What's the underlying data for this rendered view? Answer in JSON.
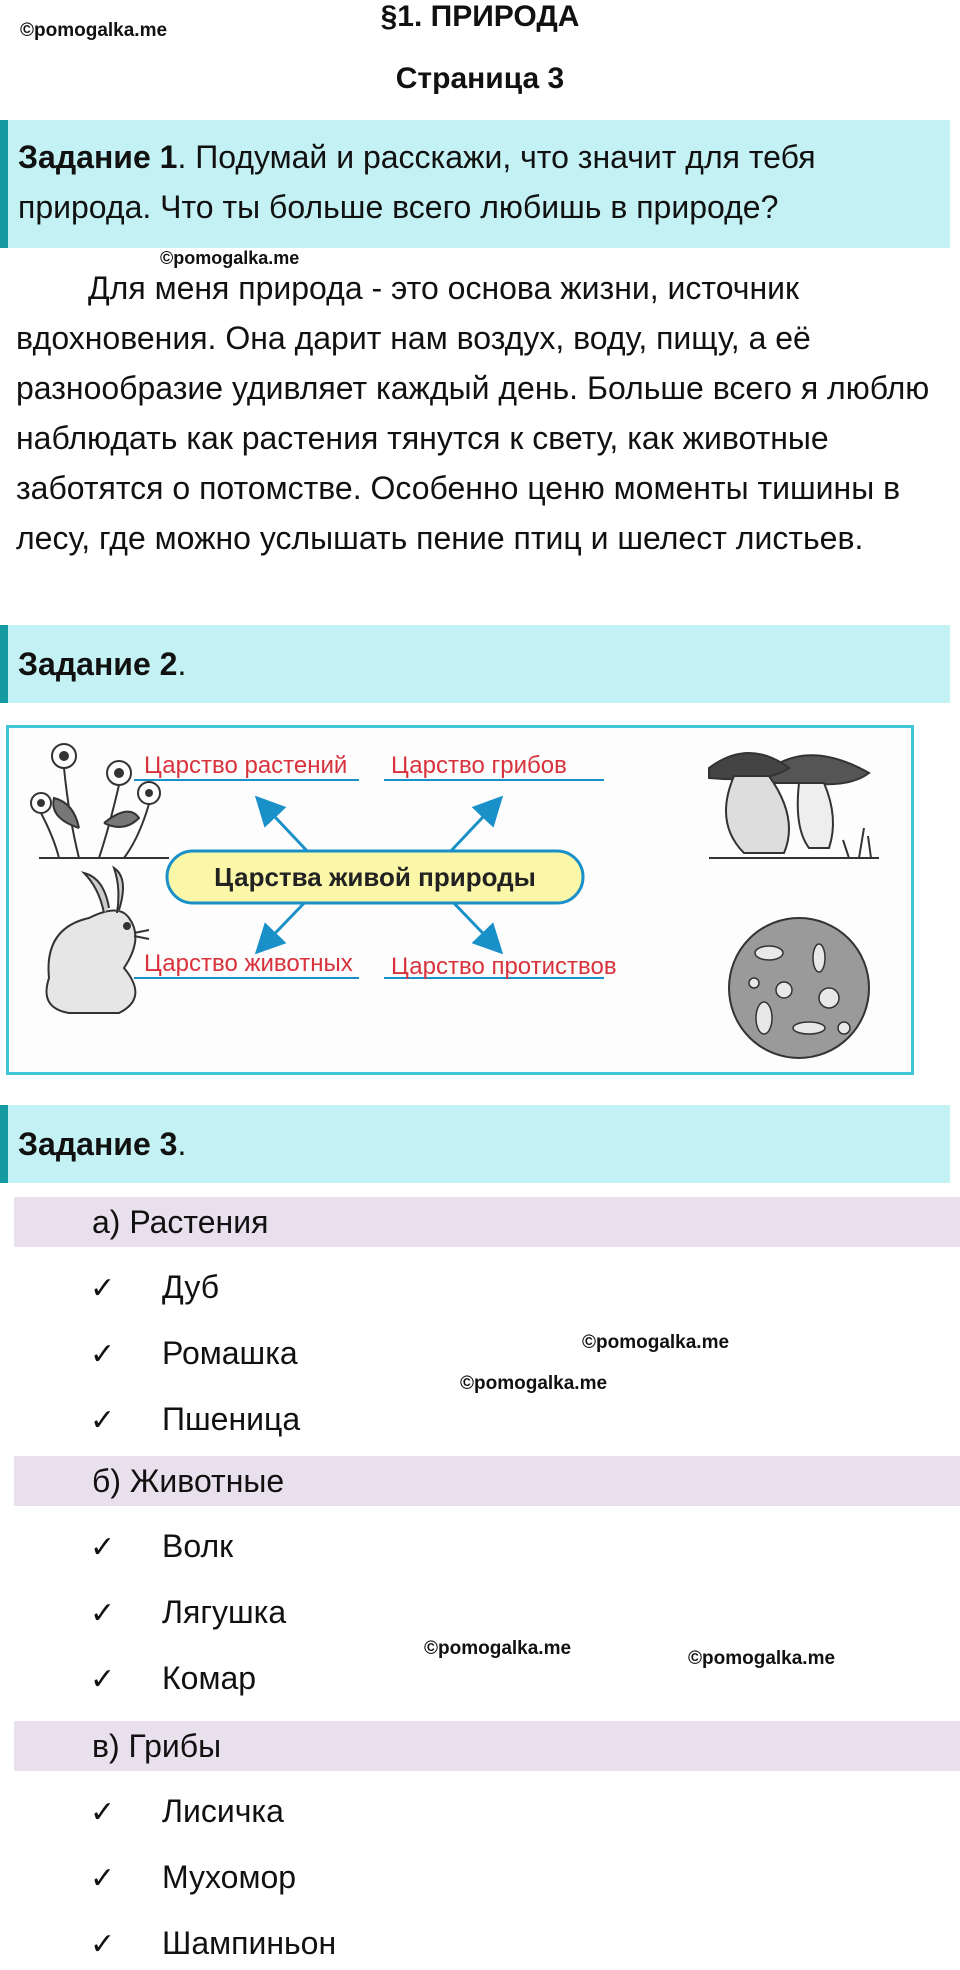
{
  "watermark": "©pomogalka.me",
  "header": {
    "title": "§1. ПРИРОДА",
    "subtitle": "Страница 3"
  },
  "task1": {
    "label": "Задание 1",
    "text": ". Подумай и расскажи, что значит для тебя природа. Что ты больше всего любишь в природе?",
    "answer": "Для меня природа - это основа жизни, источник вдохновения. Она дарит нам воздух, воду, пищу, а её разнообразие удивляет каждый день. Больше всего я люблю наблюдать как растения тянутся к свету, как животные заботятся о потомстве. Особенно ценю моменты тишины в лесу, где можно услышать пение птиц и шелест листьев."
  },
  "task2": {
    "label": "Задание 2",
    "suffix": ".",
    "diagram": {
      "center": "Царства живой природы",
      "kingdoms": [
        "Царство растений",
        "Царство грибов",
        "Царство животных",
        "Царство протиствов"
      ],
      "icons": [
        "plants-drawing-icon",
        "mushroom-drawing-icon",
        "hare-drawing-icon",
        "microorganisms-drawing-icon"
      ]
    }
  },
  "task3": {
    "label": "Задание 3",
    "suffix": ".",
    "check_mark": "✓",
    "groups": [
      {
        "title": "а) Растения",
        "items": [
          "Дуб",
          "Ромашка",
          "Пшеница"
        ]
      },
      {
        "title": "б) Животные",
        "items": [
          "Волк",
          "Лягушка",
          "Комар"
        ]
      },
      {
        "title": "в) Грибы",
        "items": [
          "Лисичка",
          "Мухомор",
          "Шампиньон"
        ]
      }
    ]
  },
  "colors": {
    "task_band": "#c4f2f4",
    "task_accent": "#149aa0",
    "category_band": "#e8e0ec",
    "diagram_text": "#d8323c",
    "diagram_arrow": "#1a90c8",
    "diagram_center": "#fbf7a8"
  }
}
